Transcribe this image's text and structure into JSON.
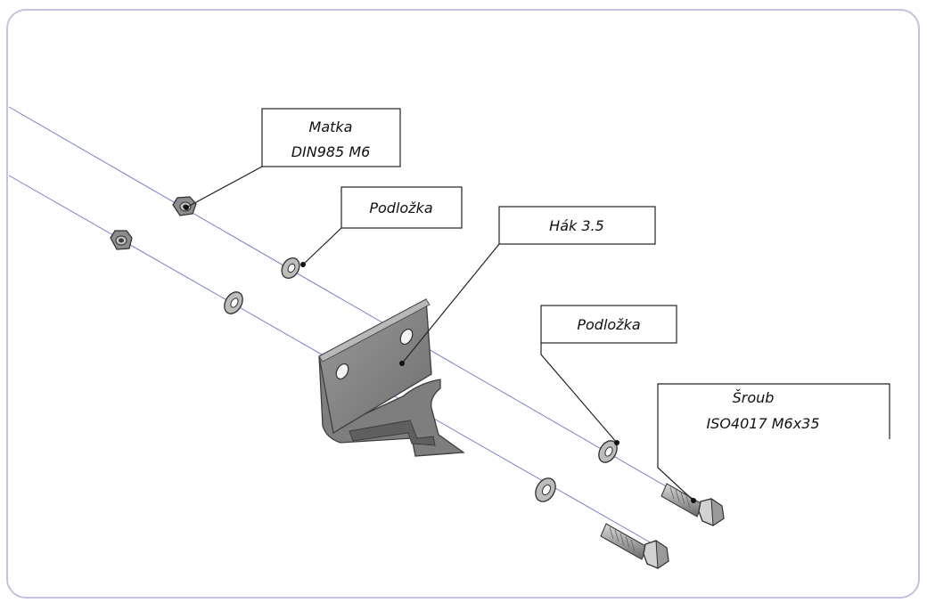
{
  "colors": {
    "frame_border": "#c5c2dc",
    "axis_line": "#7b7fc8",
    "part_fill": "#8e8e8e",
    "part_light": "#cfcfcf",
    "part_dark": "#4a4a4a",
    "leader": "#222222"
  },
  "callouts": {
    "matka": {
      "line1": "Matka",
      "line2": "DIN985 M6"
    },
    "podlozka_top": {
      "line1": "Podložka"
    },
    "hak": {
      "line1": "Hák 3.5"
    },
    "podlozka_right": {
      "line1": "Podložka"
    },
    "sroub": {
      "line1": "Šroub",
      "line2": "ISO4017 M6x35"
    }
  },
  "parts": [
    {
      "name": "nut-upper",
      "label": "Matka DIN985 M6"
    },
    {
      "name": "nut-lower"
    },
    {
      "name": "washer-upper-left",
      "label": "Podložka"
    },
    {
      "name": "washer-lower-left"
    },
    {
      "name": "hook-bracket",
      "label": "Hák 3.5"
    },
    {
      "name": "washer-upper-right",
      "label": "Podložka"
    },
    {
      "name": "washer-lower-right"
    },
    {
      "name": "bolt-upper",
      "label": "Šroub ISO4017 M6x35"
    },
    {
      "name": "bolt-lower"
    }
  ]
}
